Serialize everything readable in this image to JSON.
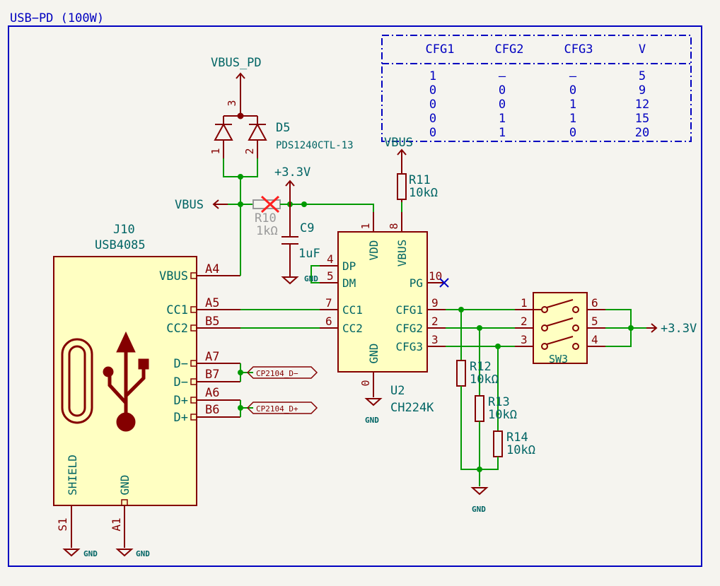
{
  "sheet": {
    "title": "USB−PD (100W)",
    "frame_color": "#0000c0"
  },
  "table": {
    "headers": [
      "CFG1",
      "CFG2",
      "CFG3",
      "V"
    ],
    "rows": [
      [
        "1",
        "—",
        "—",
        "5"
      ],
      [
        "0",
        "0",
        "0",
        "9"
      ],
      [
        "0",
        "0",
        "1",
        "12"
      ],
      [
        "0",
        "1",
        "1",
        "15"
      ],
      [
        "0",
        "1",
        "0",
        "20"
      ]
    ]
  },
  "power": {
    "vbus_pd": "VBUS_PD",
    "vbus_left": "VBUS",
    "vbus_top": "VBUS",
    "v33_top": "+3.3V",
    "v33_right": "+3.3V",
    "gnd_dm": "GND",
    "gnd_u2": "GND",
    "gnd_r": "GND",
    "gnd_shield": "GND",
    "gnd_a1": "GND"
  },
  "d5": {
    "ref": "D5",
    "value": "PDS1240CTL-13",
    "pin3": "3",
    "pin1": "1",
    "pin2": "2"
  },
  "r10": {
    "ref": "R10",
    "value": "1kΩ"
  },
  "c9": {
    "ref": "C9",
    "value": "1uF"
  },
  "r11": {
    "ref": "R11",
    "value": "10kΩ"
  },
  "r12": {
    "ref": "R12",
    "value": "10kΩ"
  },
  "r13": {
    "ref": "R13",
    "value": "10kΩ"
  },
  "r14": {
    "ref": "R14",
    "value": "10kΩ"
  },
  "j10": {
    "ref": "J10",
    "value": "USB4085",
    "pins": {
      "vbus": "VBUS",
      "cc1": "CC1",
      "cc2": "CC2",
      "dm1": "D−",
      "dm2": "D−",
      "dp1": "D+",
      "dp2": "D+",
      "shield": "SHIELD",
      "gnd": "GND"
    },
    "pin_numbers": {
      "a4": "A4",
      "a5": "A5",
      "b5": "B5",
      "a7": "A7",
      "b7": "B7",
      "a6": "A6",
      "b6": "B6",
      "s1": "S1",
      "a1": "A1"
    }
  },
  "u2": {
    "ref": "U2",
    "value": "CH224K",
    "pins": {
      "vdd": "VDD",
      "vbus": "VBUS",
      "dp": "DP",
      "dm": "DM",
      "pg": "PG",
      "cc1": "CC1",
      "cc2": "CC2",
      "cfg1": "CFG1",
      "cfg2": "CFG2",
      "cfg3": "CFG3",
      "gnd": "GND"
    },
    "pin_numbers": {
      "p1": "1",
      "p8": "8",
      "p4": "4",
      "p5": "5",
      "p10": "10",
      "p7": "7",
      "p6": "6",
      "p9": "9",
      "p2": "2",
      "p3": "3",
      "p0": "0"
    }
  },
  "sw3": {
    "ref": "SW3",
    "pins": [
      "1",
      "2",
      "3",
      "6",
      "5",
      "4"
    ]
  },
  "labels": {
    "dm_net": "CP2104_D−",
    "dp_net": "CP2104_D+"
  }
}
